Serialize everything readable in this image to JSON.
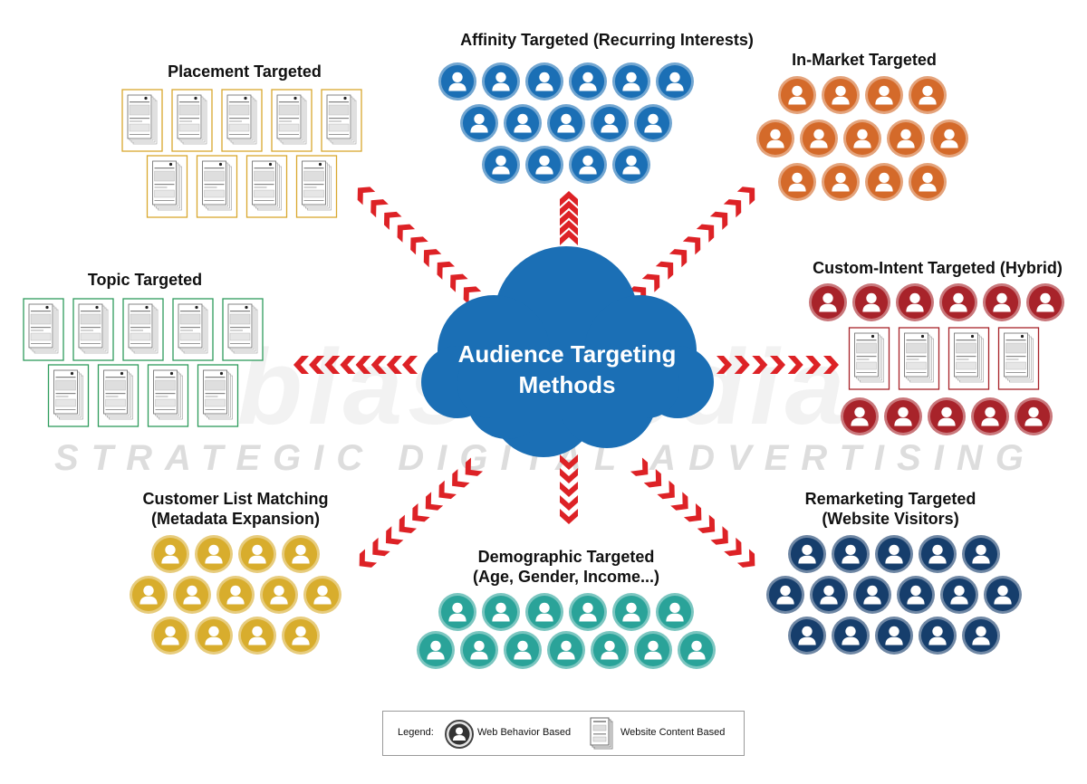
{
  "watermark": {
    "brand": "blastmedia",
    "tagline": "STRATEGIC DIGITAL ADVERTISING"
  },
  "center": {
    "line1": "Audience Targeting",
    "line2": "Methods",
    "color": "#1b6fb5"
  },
  "arrow_color": "#dd2226",
  "groups": [
    {
      "id": "affinity",
      "title": "Affinity Targeted (Recurring Interests)",
      "subtitle": "",
      "type": "people",
      "color": "#1b6fb5",
      "rows": [
        6,
        5,
        4
      ]
    },
    {
      "id": "in-market",
      "title": "In-Market Targeted",
      "subtitle": "",
      "type": "people",
      "color": "#d46a2a",
      "rows": [
        4,
        5,
        4
      ]
    },
    {
      "id": "custom-intent",
      "title": "Custom-Intent Targeted (Hybrid)",
      "subtitle": "",
      "type": "hybrid",
      "color": "#a8232a",
      "rows": [
        6,
        4,
        5
      ]
    },
    {
      "id": "remarketing",
      "title": "Remarketing Targeted",
      "subtitle": "(Website Visitors)",
      "type": "people",
      "color": "#163e6c",
      "rows": [
        5,
        6,
        5
      ]
    },
    {
      "id": "demographic",
      "title": "Demographic Targeted",
      "subtitle": "(Age, Gender, Income...)",
      "type": "people",
      "color": "#2aa399",
      "rows": [
        6,
        7
      ]
    },
    {
      "id": "customer-list",
      "title": "Customer List Matching",
      "subtitle": "(Metadata Expansion)",
      "type": "people",
      "color": "#d8ad2d",
      "rows": [
        4,
        5,
        4
      ]
    },
    {
      "id": "topic",
      "title": "Topic Targeted",
      "subtitle": "",
      "type": "pages",
      "color": "#2e9c5c",
      "rows": [
        5,
        4
      ]
    },
    {
      "id": "placement",
      "title": "Placement Targeted",
      "subtitle": "",
      "type": "pages",
      "color": "#d9a82e",
      "rows": [
        5,
        4
      ]
    }
  ],
  "legend": {
    "label": "Legend:",
    "people_label": "Web Behavior Based",
    "pages_label": "Website Content Based",
    "people_icon": "person-circle-icon",
    "pages_icon": "web-page-icon"
  }
}
